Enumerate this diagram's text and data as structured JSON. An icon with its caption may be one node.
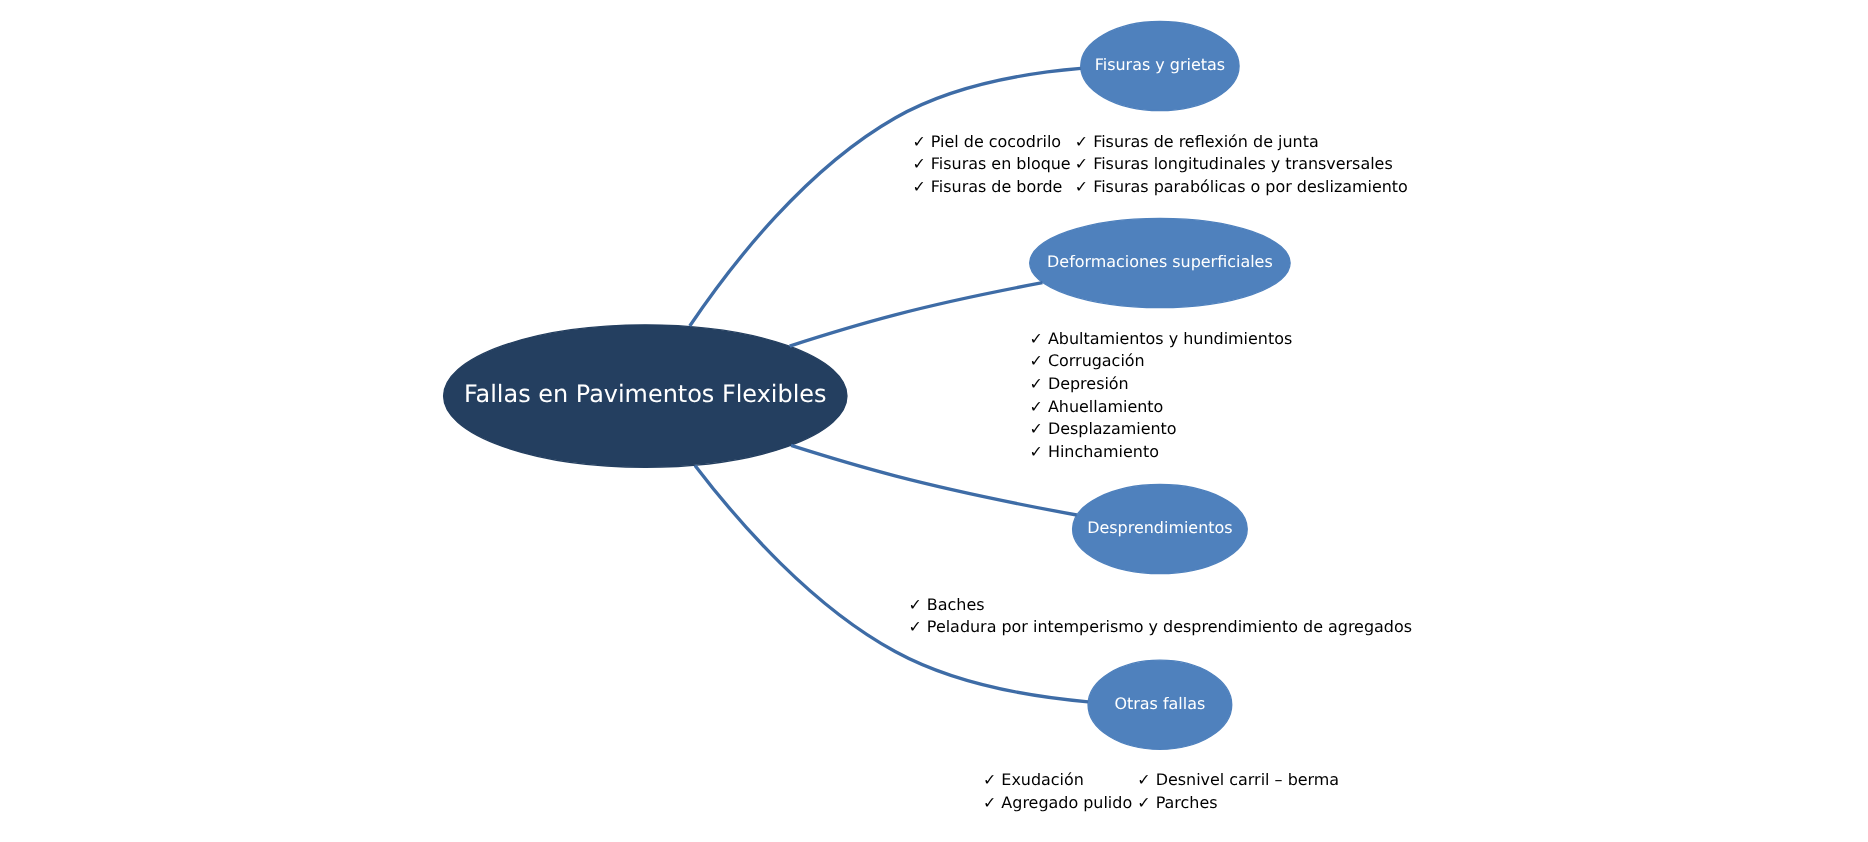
{
  "diagram": {
    "nodes": [
      {
        "text": [
          "Fallas en Pavimentos Flexibles"
        ]
      },
      {
        "text": [
          "Fisuras y grietas"
        ],
        "beside": [
          "✓ Piel de cocodrilo",
          "✓ Fisuras en bloque",
          "✓ Fisuras de borde",
          "✓ Fisuras de reflexión de junta",
          "✓ Fisuras longitudinales y transversales",
          "✓ Fisuras parabólicas o por deslizamiento"
        ]
      },
      {
        "text": [
          "Deformaciones superficiales"
        ],
        "beside": [
          "✓ Abultamientos y hundimientos",
          "✓ Corrugación",
          "✓ Depresión",
          "✓ Ahuellamiento",
          "✓ Desplazamiento",
          "✓ Hinchamiento"
        ]
      },
      {
        "text": [
          "Desprendimientos"
        ],
        "beside": [
          "✓ Baches",
          "✓ Peladura por intemperismo y desprendimiento de agregados"
        ]
      },
      {
        "text": [
          "Otras fallas"
        ],
        "beside": [
          "✓ Exudación",
          "✓ Agregado pulido",
          "✓ Desnivel carril – berma",
          "✓ Parches"
        ]
      }
    ],
    "edges": [
      {
        "from": 0,
        "to": 1,
        "arrow": "none"
      },
      {
        "from": 0,
        "to": 2,
        "arrow": "none"
      },
      {
        "from": 0,
        "to": 3,
        "arrow": "none"
      },
      {
        "from": 0,
        "to": 4,
        "arrow": "none"
      }
    ]
  }
}
